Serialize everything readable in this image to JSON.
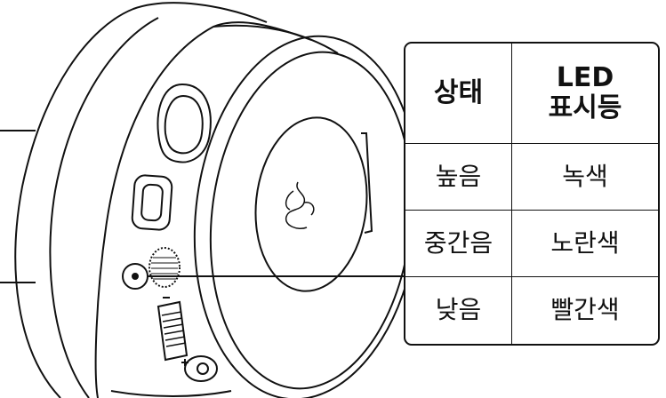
{
  "table": {
    "header": {
      "status": "상태",
      "led_line1": "LED",
      "led_line2": "표시등"
    },
    "rows": [
      {
        "status": "높음",
        "led": "녹색"
      },
      {
        "status": "중간음",
        "led": "노란색"
      },
      {
        "status": "낮음",
        "led": "빨간색"
      }
    ]
  },
  "colors": {
    "line": "#111111",
    "background": "#ffffff"
  }
}
